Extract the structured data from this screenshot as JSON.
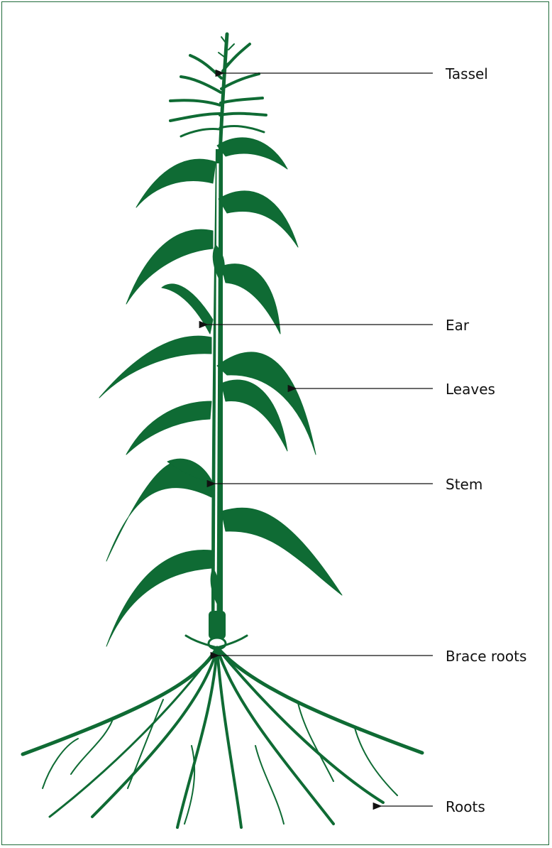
{
  "diagram": {
    "colors": {
      "plant": "#0f6b34",
      "leader_line": "#111111",
      "frame": "#1f6b3a"
    },
    "labels": {
      "tassel": "Tassel",
      "ear": "Ear",
      "leaves": "Leaves",
      "stem": "Stem",
      "brace_roots": "Brace roots",
      "roots": "Roots"
    }
  }
}
